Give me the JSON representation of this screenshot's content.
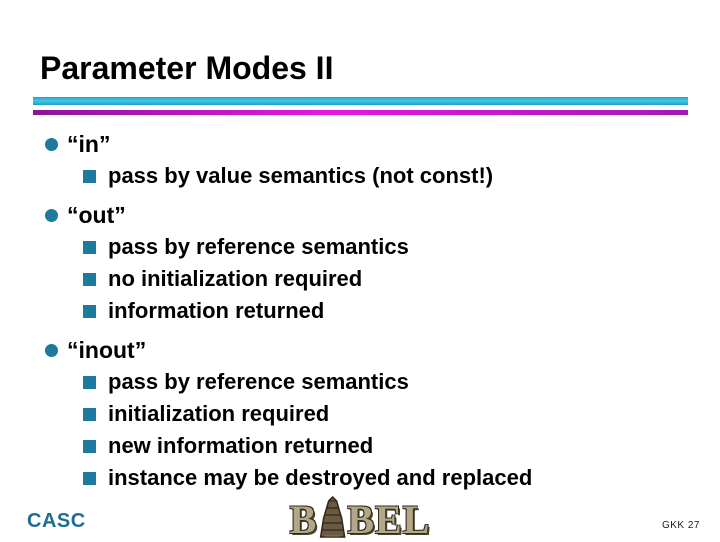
{
  "slide": {
    "title": "Parameter Modes II",
    "bullets": [
      {
        "label": "“in”",
        "subitems": [
          "pass by value semantics (not const!)"
        ]
      },
      {
        "label": "“out”",
        "subitems": [
          "pass by reference semantics",
          "no initialization required",
          "information returned"
        ]
      },
      {
        "label": "“inout”",
        "subitems": [
          "pass by reference semantics",
          "initialization required",
          "new information returned",
          "instance may be destroyed and replaced"
        ]
      }
    ],
    "footer": {
      "left": "CASC",
      "logo_b": "B",
      "logo_bel": "BEL",
      "right": "GKK 27"
    },
    "colors": {
      "title-color": "#000000",
      "rule-cyan": "#29b4d6",
      "rule-magenta": "#cc16cc",
      "bullet-color": "#1d7a9c",
      "casc-color": "#1e6e94",
      "stone-color": "#b3a78a"
    }
  }
}
